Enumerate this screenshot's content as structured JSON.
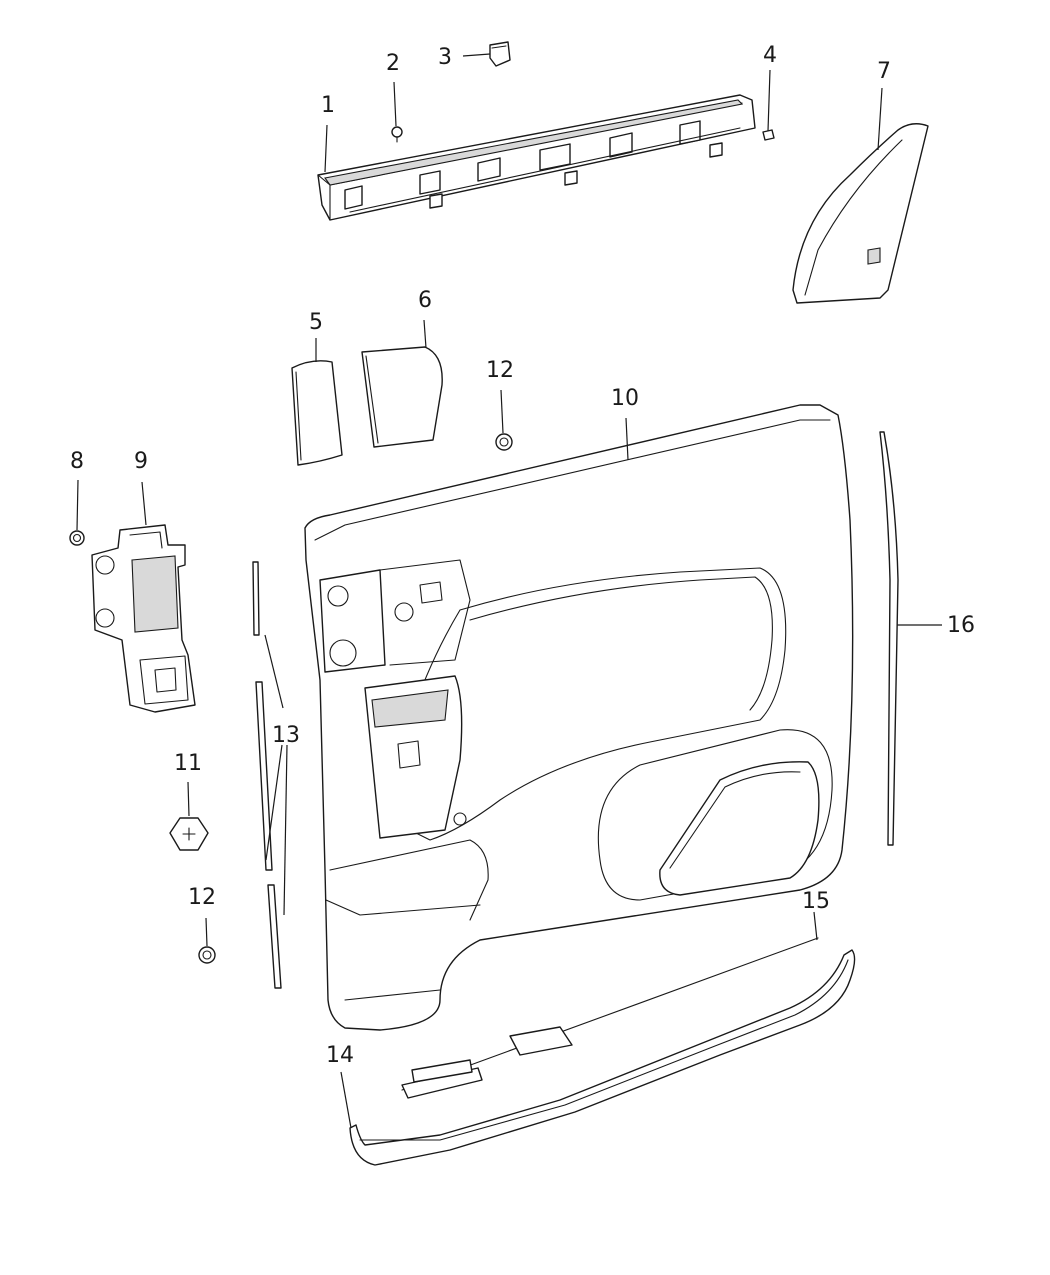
{
  "callouts": {
    "c1": "1",
    "c2": "2",
    "c3": "3",
    "c4": "4",
    "c5": "5",
    "c6": "6",
    "c7": "7",
    "c8": "8",
    "c9": "9",
    "c10": "10",
    "c11": "11",
    "c12a": "12",
    "c12b": "12",
    "c13": "13",
    "c14": "14",
    "c15": "15",
    "c16": "16"
  },
  "colors": {
    "line": "#1a1a1a",
    "background": "#ffffff"
  }
}
